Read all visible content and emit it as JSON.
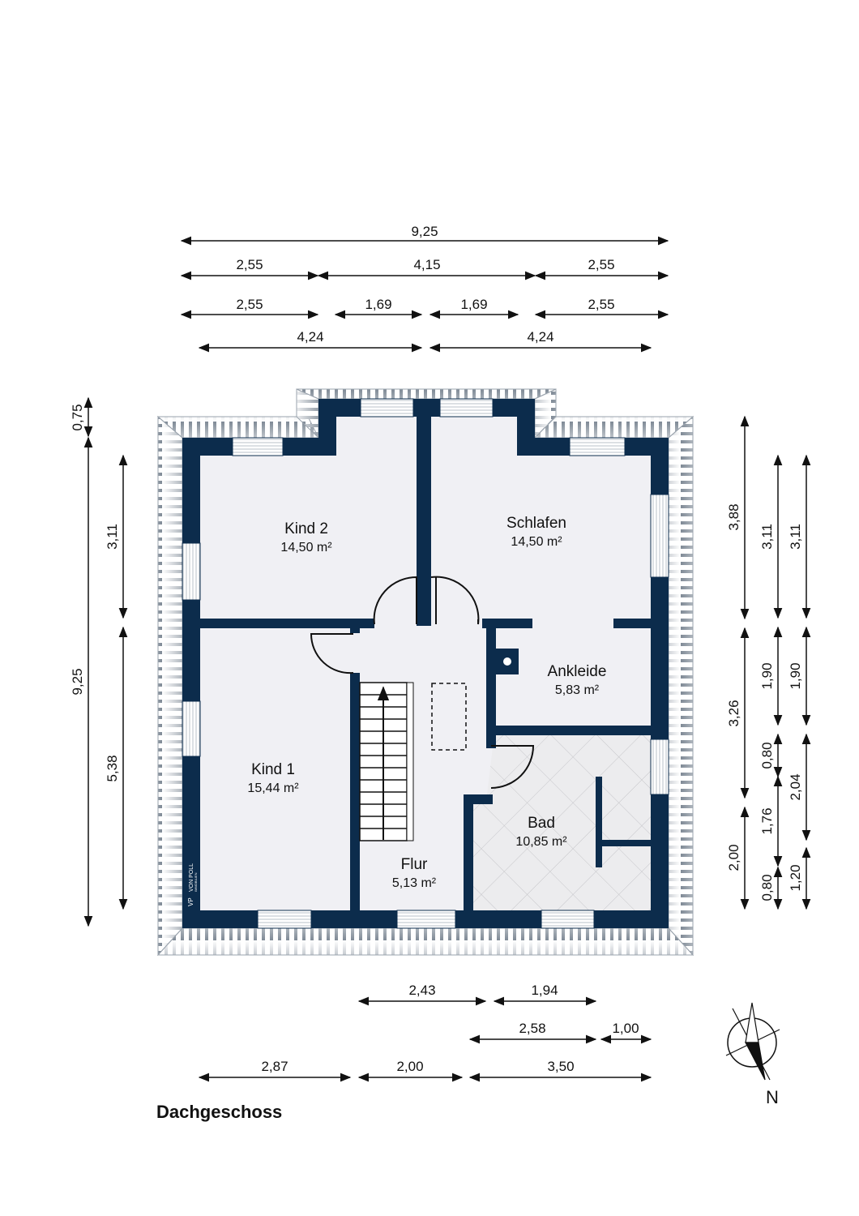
{
  "plan_title": "Dachgeschoss",
  "north_label": "N",
  "logo": {
    "initials": "VP",
    "name": "VON POLL",
    "sub": "IMMOBILIEN"
  },
  "colors": {
    "wall": "#0c2c4c",
    "floor": "#f0f0f4",
    "bath_tile": "#e8e8ea",
    "roof_hatch": "#a6aeb8"
  },
  "rooms": [
    {
      "name": "Kind 2",
      "area": "14,50 m²"
    },
    {
      "name": "Schlafen",
      "area": "14,50 m²"
    },
    {
      "name": "Ankleide",
      "area": "5,83 m²"
    },
    {
      "name": "Kind 1",
      "area": "15,44 m²"
    },
    {
      "name": "Bad",
      "area": "10,85 m²"
    },
    {
      "name": "Flur",
      "area": "5,13 m²"
    }
  ],
  "dimensions": {
    "top": [
      "9,25",
      "2,55",
      "4,15",
      "2,55",
      "2,55",
      "1,69",
      "1,69",
      "2,55",
      "4,24",
      "4,24"
    ],
    "left": [
      "0,75",
      "9,25",
      "3,11",
      "5,38"
    ],
    "right": [
      "3,88",
      "3,26",
      "2,00",
      "3,11",
      "1,90",
      "0,80",
      "1,76",
      "0,80",
      "3,11",
      "1,90",
      "2,04",
      "1,20"
    ],
    "bottom": [
      "2,43",
      "1,94",
      "2,58",
      "1,00",
      "2,87",
      "2,00",
      "3,50"
    ]
  }
}
